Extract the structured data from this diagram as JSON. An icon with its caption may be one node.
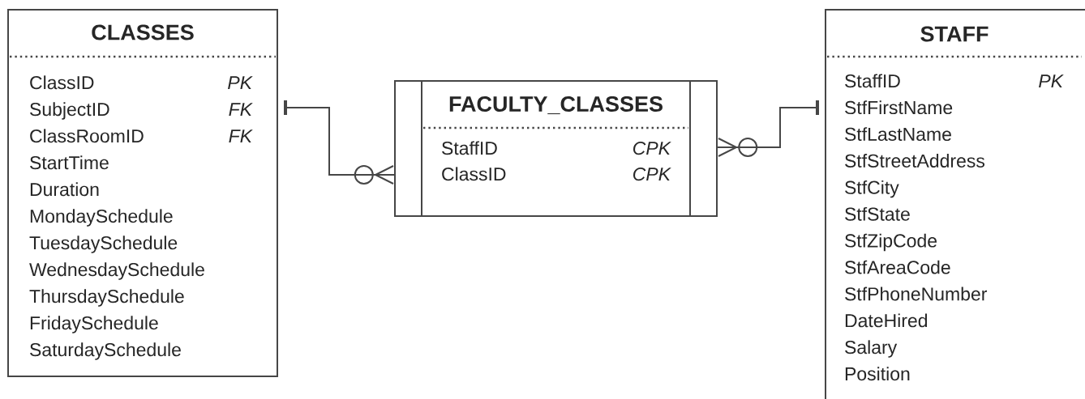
{
  "diagram": {
    "nodes": [
      {
        "text": [
          "CLASSES",
          "ClassID",
          "PK",
          "SubjectID",
          "FK",
          "ClassRoomID",
          "FK",
          "StartTime",
          "Duration",
          "MondaySchedule",
          "TuesdaySchedule",
          "WednesdaySchedule",
          "ThursdaySchedule",
          "FridaySchedule",
          "SaturdaySchedule"
        ]
      },
      {
        "text": [
          "FACULTY_CLASSES",
          "StaffID",
          "CPK",
          "ClassID",
          "CPK"
        ]
      },
      {
        "text": [
          "STAFF",
          "StaffID",
          "PK",
          "StfFirstName",
          "StfLastName",
          "StfStreetAddress",
          "StfCity",
          "StfState",
          "StfZipCode",
          "StfAreaCode",
          "StfPhoneNumber",
          "DateHired",
          "Salary",
          "Position"
        ]
      }
    ],
    "edges": [
      {
        "from": 0,
        "to": 1,
        "arrow": "other"
      },
      {
        "from": 2,
        "to": 1,
        "arrow": "other"
      }
    ]
  }
}
